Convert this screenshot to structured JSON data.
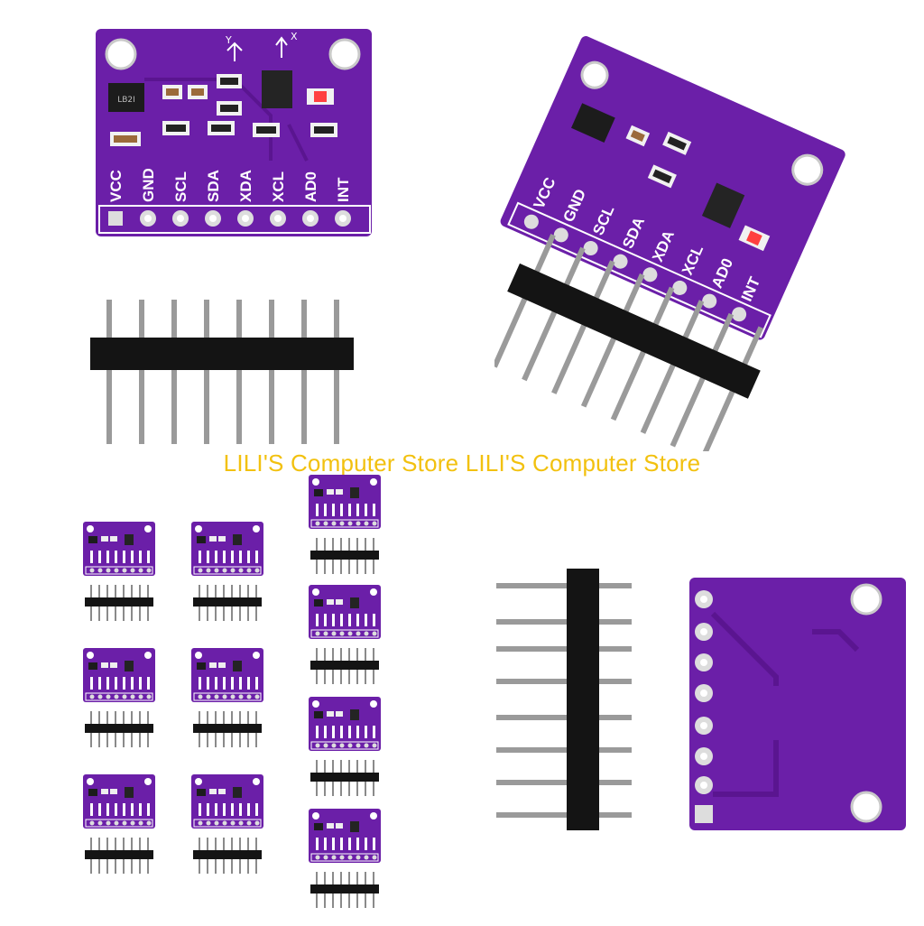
{
  "watermark": {
    "text": "LILI'S Computer Store LILI'S Computer Store"
  },
  "pcb_labels": [
    "VCC",
    "GND",
    "SCL",
    "SDA",
    "XDA",
    "XCL",
    "AD0",
    "INT"
  ],
  "chip_marking": "LB2I",
  "axis_labels": {
    "x": "X",
    "y": "Y"
  },
  "colors": {
    "pcb": "#6b1fa8",
    "pcb_dark": "#4d137d",
    "header_plastic": "#141414",
    "pin_metal": "#9a9a9a",
    "watermark": "#f2c10f",
    "silkscreen": "#ffffff"
  }
}
